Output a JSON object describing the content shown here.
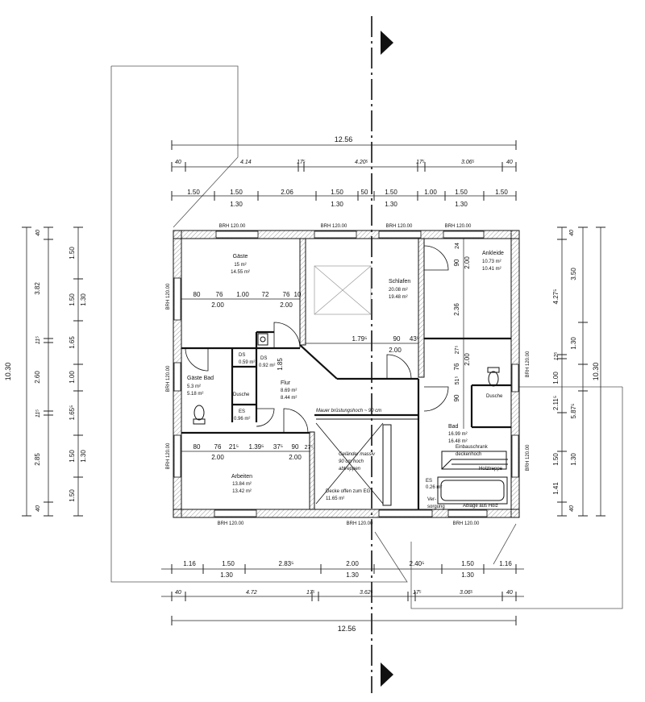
{
  "colors": {
    "ink": "#111111",
    "hatch": "#b8b8b8",
    "background": "#ffffff"
  },
  "overall_width": "12.56",
  "overall_height": "10.30",
  "top_dims": {
    "row1": [
      "40",
      "4.14",
      "17⁵",
      "4.20⁵",
      "17⁵",
      "3.06⁵",
      "40"
    ],
    "row2a": [
      "1.50",
      "1.50",
      "2.06",
      "1.50",
      "50",
      "1.50",
      "1.00",
      "1.50",
      "1.50"
    ],
    "row2b": [
      "1.30",
      "1.30",
      "1.30",
      "1.30"
    ]
  },
  "bottom_dims": {
    "row1a": [
      "1.16",
      "1.50",
      "2.83⁵",
      "2.00",
      "2.40⁵",
      "1.50",
      "1.16"
    ],
    "row1b": [
      "1.30",
      "1.30",
      "1.30"
    ],
    "row2": [
      "40",
      "4.72",
      "17⁵",
      "3.62⁵",
      "17⁵",
      "3.06⁵",
      "40"
    ]
  },
  "left_dims": {
    "outer": [
      "40",
      "3.82",
      "11⁵",
      "2.60",
      "11⁵",
      "2.85",
      "40"
    ],
    "inner": [
      "1.50",
      "1.50",
      "1.65",
      "1.00",
      "1.65⁵",
      "1.50",
      "1.50"
    ],
    "inner_b": [
      "1.30",
      "1.30"
    ]
  },
  "right_dims": {
    "outer": [
      "40",
      "4.27⁵",
      "12⁵",
      "2.11⁵",
      "1.50",
      "1.41",
      "40"
    ],
    "inner": [
      "3.50",
      "1.30",
      "1.00",
      "5.87⁵",
      "1.30"
    ]
  },
  "brh": "BRH 120.00",
  "rooms": {
    "gaeste": {
      "name": "Gäste",
      "area1": "15 m²",
      "area2": "14.55 m²"
    },
    "schlafen": {
      "name": "Schlafen",
      "area1": "20.08 m²",
      "area2": "19.48 m²"
    },
    "ankleide": {
      "name": "Ankleide",
      "area1": "10.73 m²",
      "area2": "10.41 m²"
    },
    "gaeste_bad": {
      "name": "Gäste Bad",
      "area1": "5.3 m²",
      "area2": "5.18 m²"
    },
    "ds1": {
      "name": "DS",
      "area": "0.59 m²"
    },
    "ds2": {
      "name": "DS",
      "area": "0.92 m²"
    },
    "es1": {
      "name": "ES",
      "area": "0.96 m²"
    },
    "flur": {
      "name": "Flur",
      "area1": "8.69 m²",
      "area2": "8.44 m²"
    },
    "bad": {
      "name": "Bad",
      "area1": "16.99 m²",
      "area2": "16.48 m²"
    },
    "arbeiten": {
      "name": "Arbeiten",
      "area1": "13.84 m²",
      "area2": "13.42 m²"
    },
    "decke": {
      "name": "Decke offen zum EG",
      "area": "11.65 m²"
    },
    "es2": {
      "name": "ES",
      "area": "0.26 m²"
    }
  },
  "labels": {
    "dusche": "Dusche",
    "mauer": "Mauer brüstungshoch ~ 90 cm",
    "gelaender": [
      "Geländer massiv",
      "90 cm hoch",
      "abtreppen"
    ],
    "einbauschrank": [
      "Einbauschrank",
      "deckenhoch"
    ],
    "holztreppe": "Holztreppe",
    "ablage": "Ablage aus Holz",
    "versorgung": [
      "Ver-",
      "sorgung"
    ]
  },
  "room_dims": {
    "gaeste_row": [
      "80",
      "76",
      "1.00",
      "72",
      "76",
      "10"
    ],
    "gaeste_row_b": [
      "2.00",
      "2.00"
    ],
    "arbeiten_row": [
      "80",
      "76",
      "21⁵",
      "1.39⁵",
      "37⁵",
      "90",
      "27⁵"
    ],
    "arbeiten_row_b": [
      "2.00",
      "2.00"
    ],
    "schlafen_row": [
      "1.79⁵",
      "90",
      "43⁵"
    ],
    "schlafen_row_b": "2.00",
    "ankleide_v": [
      "24",
      "90",
      "2.00",
      "2.36"
    ],
    "bad_v": [
      "27⁵",
      "2.00",
      "76",
      "51⁵",
      "90"
    ],
    "flur_v": "1.85"
  }
}
